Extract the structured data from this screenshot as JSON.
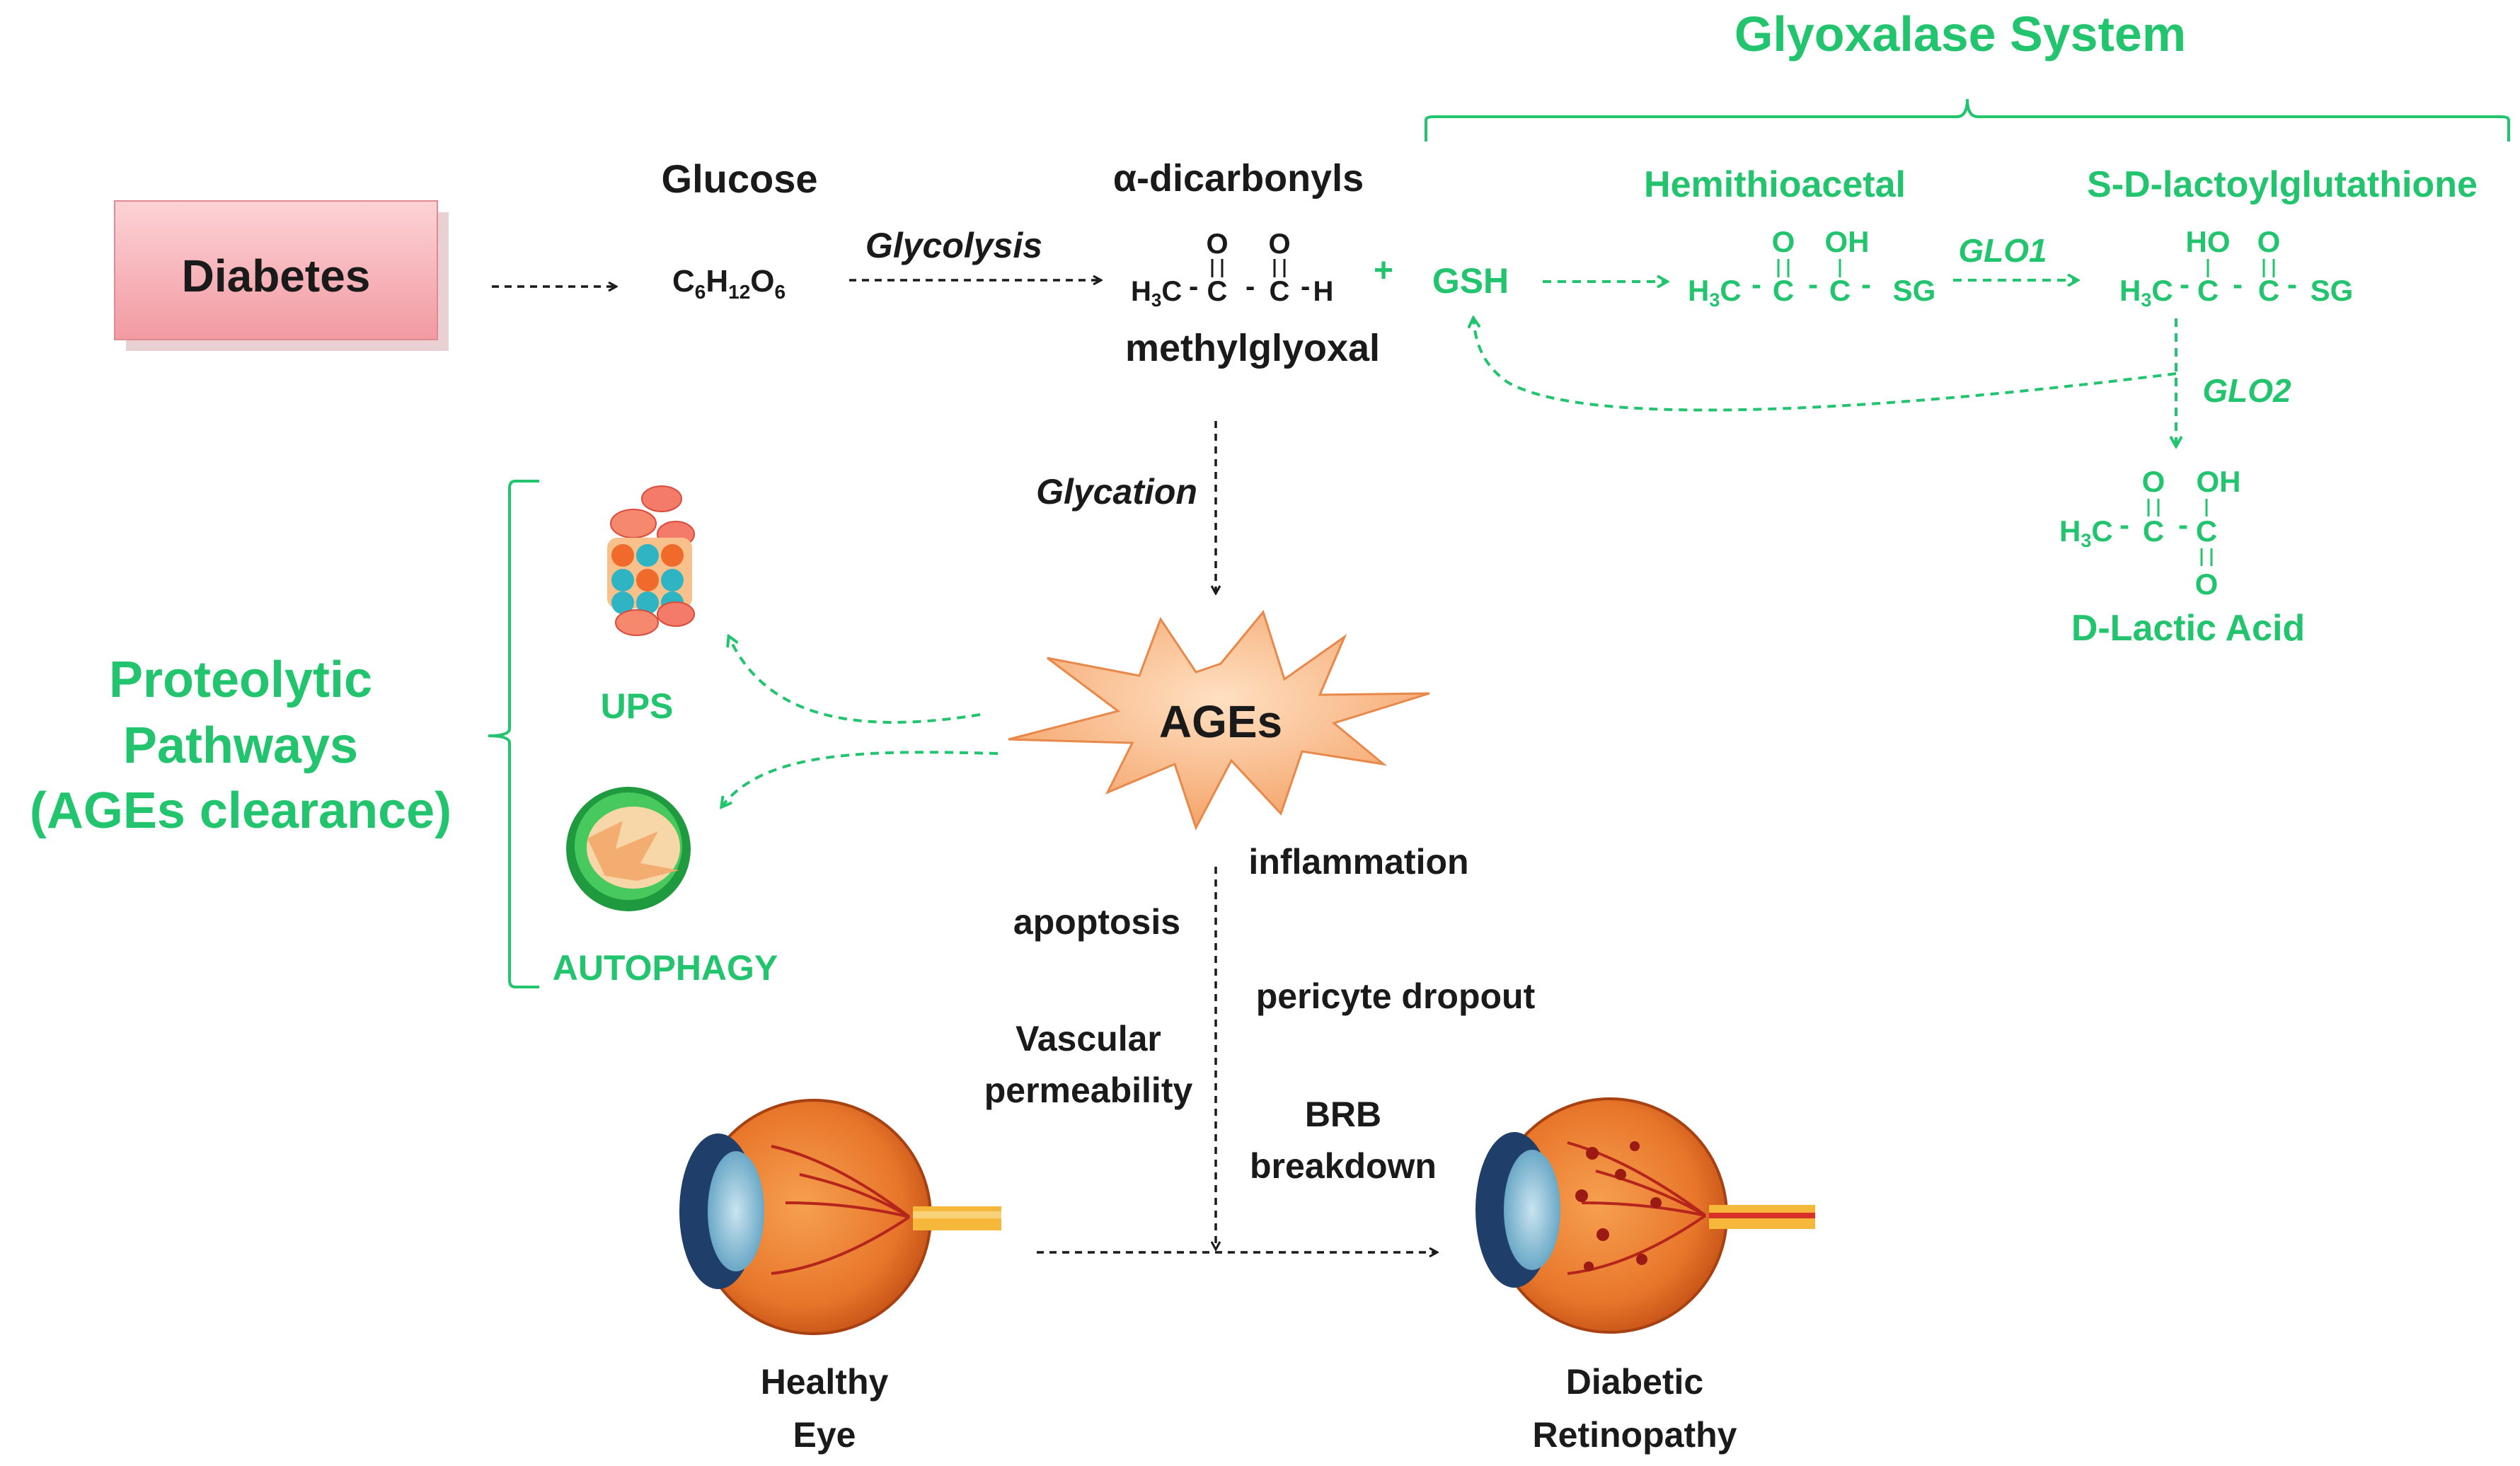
{
  "colors": {
    "green": "#22c46e",
    "black": "#1a1a1a",
    "diabetes_box": "#f7b3b8"
  },
  "diabetes": {
    "label": "Diabetes"
  },
  "glucose": {
    "title": "Glucose",
    "formula": {
      "c": "C",
      "c_sub": "6",
      "h": "H",
      "h_sub": "12",
      "o": "O",
      "o_sub": "6"
    }
  },
  "glycolysis": {
    "label": "Glycolysis"
  },
  "dicarbonyls": {
    "title": "α-dicarbonyls",
    "compound_name": "methylglyoxal"
  },
  "plus": "+",
  "gsh": "GSH",
  "glyoxalase": {
    "title": "Glyoxalase System",
    "hemithioacetal": "Hemithioacetal",
    "lactoylglutathione": "S-D-lactoylglutathione",
    "glo1": "GLO1",
    "glo2": "GLO2",
    "d_lactic_acid": "D-Lactic Acid"
  },
  "chem": {
    "o": "O",
    "oh": "OH",
    "ho": "HO",
    "h3c_h": "H",
    "h3c_sub": "3",
    "h3c_c": "C",
    "c": "C",
    "h": "H",
    "sg": "SG",
    "dash": "-"
  },
  "glycation": {
    "label": "Glycation"
  },
  "ages": {
    "label": "AGEs"
  },
  "proteolytic": {
    "line1": "Proteolytic",
    "line2": "Pathways",
    "line3": "(AGEs clearance)"
  },
  "ups": {
    "label": "UPS"
  },
  "autophagy": {
    "label": "AUTOPHAGY"
  },
  "effects": {
    "inflammation": "inflammation",
    "apoptosis": "apoptosis",
    "pericyte": "pericyte dropout",
    "vascular_1": "Vascular",
    "vascular_2": "permeability",
    "brb_1": "BRB",
    "brb_2": "breakdown"
  },
  "healthy_eye": {
    "line1": "Healthy",
    "line2": "Eye"
  },
  "diabetic_retinopathy": {
    "line1": "Diabetic",
    "line2": "Retinopathy"
  },
  "icons": [
    "proteasome-icon",
    "autophagosome-icon",
    "ages-starburst-icon",
    "healthy-eye-icon",
    "diabetic-eye-icon"
  ]
}
